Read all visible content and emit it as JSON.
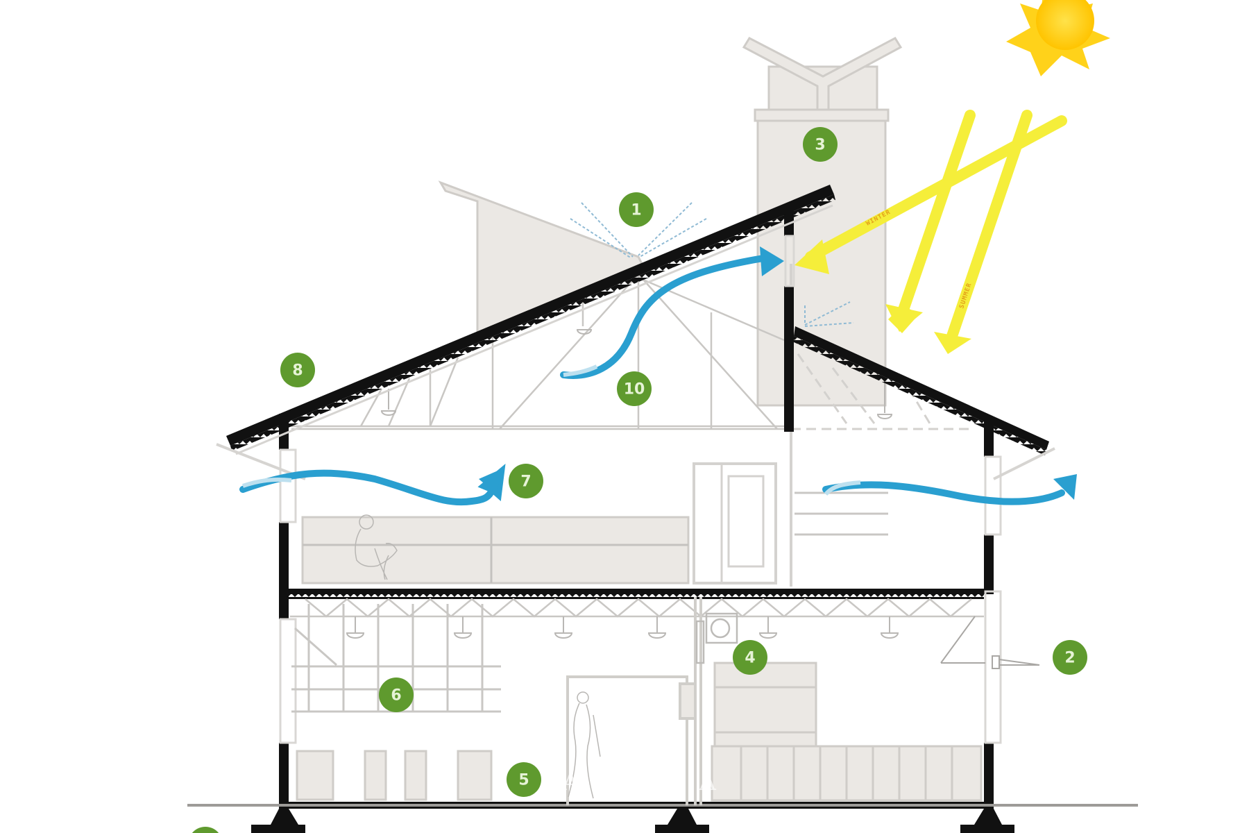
{
  "diagram": {
    "type": "architectural-section",
    "subject": "Passive/bioclimatic house cross-section showing ventilation, daylight and solar gain",
    "colors": {
      "background": "#ffffff",
      "structure": "#111111",
      "wall_fill": "#ebe8e4",
      "line": "#c9c7c4",
      "badge": "#5f9a2e",
      "badge_text": "#e6f3d6",
      "airflow": "#2a9fd0",
      "sun": "#ffd21a",
      "sun_rays": "#f5ee3a",
      "ray_label": "#e3a21a"
    },
    "badges": [
      {
        "id": "1",
        "label": "1",
        "meaning": "skylight / daylight diffusion"
      },
      {
        "id": "2",
        "label": "2",
        "meaning": "wall lamp / exterior light"
      },
      {
        "id": "3",
        "label": "3",
        "meaning": "wind catcher chimney"
      },
      {
        "id": "4",
        "label": "4",
        "meaning": "air conditioning unit"
      },
      {
        "id": "5",
        "label": "5",
        "meaning": "ground floor living"
      },
      {
        "id": "6",
        "label": "6",
        "meaning": "shelving / storage"
      },
      {
        "id": "7",
        "label": "7",
        "meaning": "cross ventilation"
      },
      {
        "id": "8",
        "label": "8",
        "meaning": "insulated roof"
      },
      {
        "id": "10",
        "label": "10",
        "meaning": "stack ventilation"
      },
      {
        "id": "partial",
        "label": "",
        "meaning": "cropped badge"
      }
    ],
    "sun_rays": [
      {
        "name": "winter-ray",
        "label": "WINTER"
      },
      {
        "name": "summer-ray",
        "label": "SUMMER"
      },
      {
        "name": "summer-ray-2",
        "label": ""
      }
    ],
    "watermark": "A  KASA"
  }
}
